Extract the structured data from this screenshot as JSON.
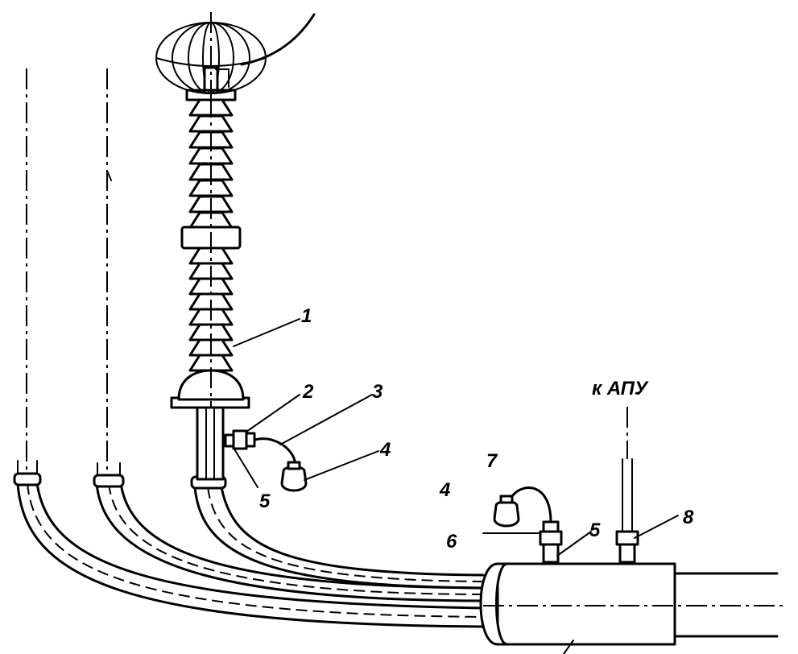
{
  "labels": {
    "insulator": "1",
    "valve_top": "2",
    "hose_top": "3",
    "bottle_top": "4",
    "fitting_top": "5",
    "bottle_right": "4",
    "hose_right": "7",
    "valve_lower": "6",
    "fitting_right": "5",
    "valve_apu": "8",
    "to_apu": "к АПУ"
  }
}
